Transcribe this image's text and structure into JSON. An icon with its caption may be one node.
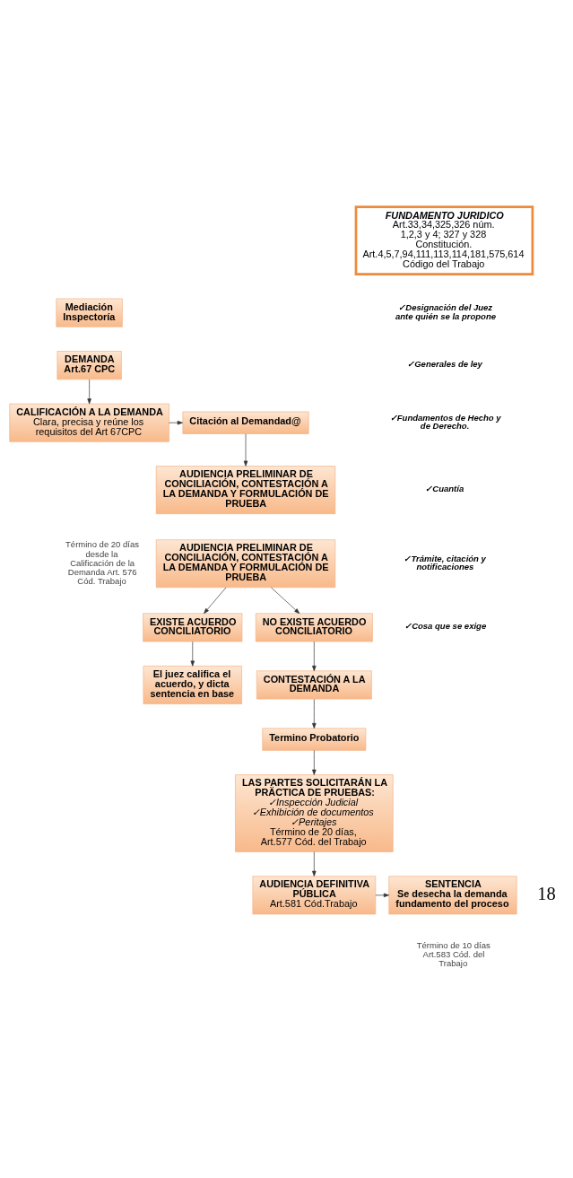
{
  "diagram": {
    "nodes": [
      {
        "text": [
          "Mediación Inspectoría"
        ]
      },
      {
        "text": [
          "DEMANDA",
          "Art.67 CPC"
        ]
      },
      {
        "text": [
          "FUNDAMENTO JURIDICO",
          "Art.33,34,325,326 núm. 1,2,3 y 4; 327 y 328 Constitución.",
          "Art.4,5,7,94,111,113,114,181,575,614 Código del Trabajo"
        ]
      },
      {
        "text": [
          "CALIFICACIÓN A LA DEMANDA",
          "Clara, precisa y reúne los requisitos del Art 67CPC"
        ]
      },
      {
        "text": [
          "Citación al Demandad@"
        ]
      },
      {
        "text": [
          "AUDIENCIA PRELIMINAR DE CONCILIACIÓN, CONTESTACIÓN A LA DEMANDA Y FORMULACIÓN DE PRUEBA"
        ]
      },
      {
        "text": [
          "AUDIENCIA PRELIMINAR DE CONCILIACIÓN, CONTESTACIÓN A LA DEMANDA Y FORMULACIÓN DE PRUEBA"
        ],
        "beside": [
          "Término de 20 días desde la Calificación de la Demanda Art. 576 Cód. Trabajo"
        ]
      },
      {
        "text": [
          "EXISTE ACUERDO CONCILIATORIO"
        ]
      },
      {
        "text": [
          "NO EXISTE ACUERDO CONCILIATORIO"
        ]
      },
      {
        "text": [
          "El juez califica el acuerdo, y dicta sentencia en base"
        ]
      },
      {
        "text": [
          "CONTESTACIÓN A LA DEMANDA"
        ]
      },
      {
        "text": [
          "Termino Probatorio"
        ]
      },
      {
        "text": [
          "LAS PARTES SOLICITARÁN LA PRÄCTICA DE PRUEBAS:",
          "✓Inspección Judicial",
          "✓Exhibición de documentos",
          "✓Peritajes",
          "Término de 20 días, Art.577 Cód. del Trabajo"
        ]
      },
      {
        "text": [
          "AUDIENCIA DEFINITIVA PÚBLICA",
          "Art.581 Cód.Trabajo"
        ]
      },
      {
        "text": [
          "SENTENCIA",
          "Se desecha la demanda fundamento del proceso"
        ],
        "beside": [
          "Término de 10 días Art.583 Cód. del Trabajo"
        ]
      }
    ],
    "edges": [
      {
        "from": 1,
        "to": 3,
        "arrow": "to"
      },
      {
        "from": 3,
        "to": 4,
        "arrow": "to"
      },
      {
        "from": 4,
        "to": 5,
        "arrow": "to"
      },
      {
        "from": 6,
        "to": 7,
        "arrow": "to"
      },
      {
        "from": 6,
        "to": 8,
        "arrow": "to"
      },
      {
        "from": 7,
        "to": 9,
        "arrow": "to"
      },
      {
        "from": 8,
        "to": 10,
        "arrow": "to"
      },
      {
        "from": 10,
        "to": 11,
        "arrow": "to"
      },
      {
        "from": 11,
        "to": 12,
        "arrow": "to"
      },
      {
        "from": 12,
        "to": 13,
        "arrow": "to"
      },
      {
        "from": 13,
        "to": 14,
        "arrow": "to"
      }
    ],
    "labels": [
      "✓Designación del Juez ante quién se la propone",
      "✓Generales de ley",
      "✓Fundamentos de Hecho y de Derecho.",
      "✓Cuantía",
      "✓Trámite, citación y notificaciones",
      "✓Cosa que se exige",
      "18"
    ]
  }
}
